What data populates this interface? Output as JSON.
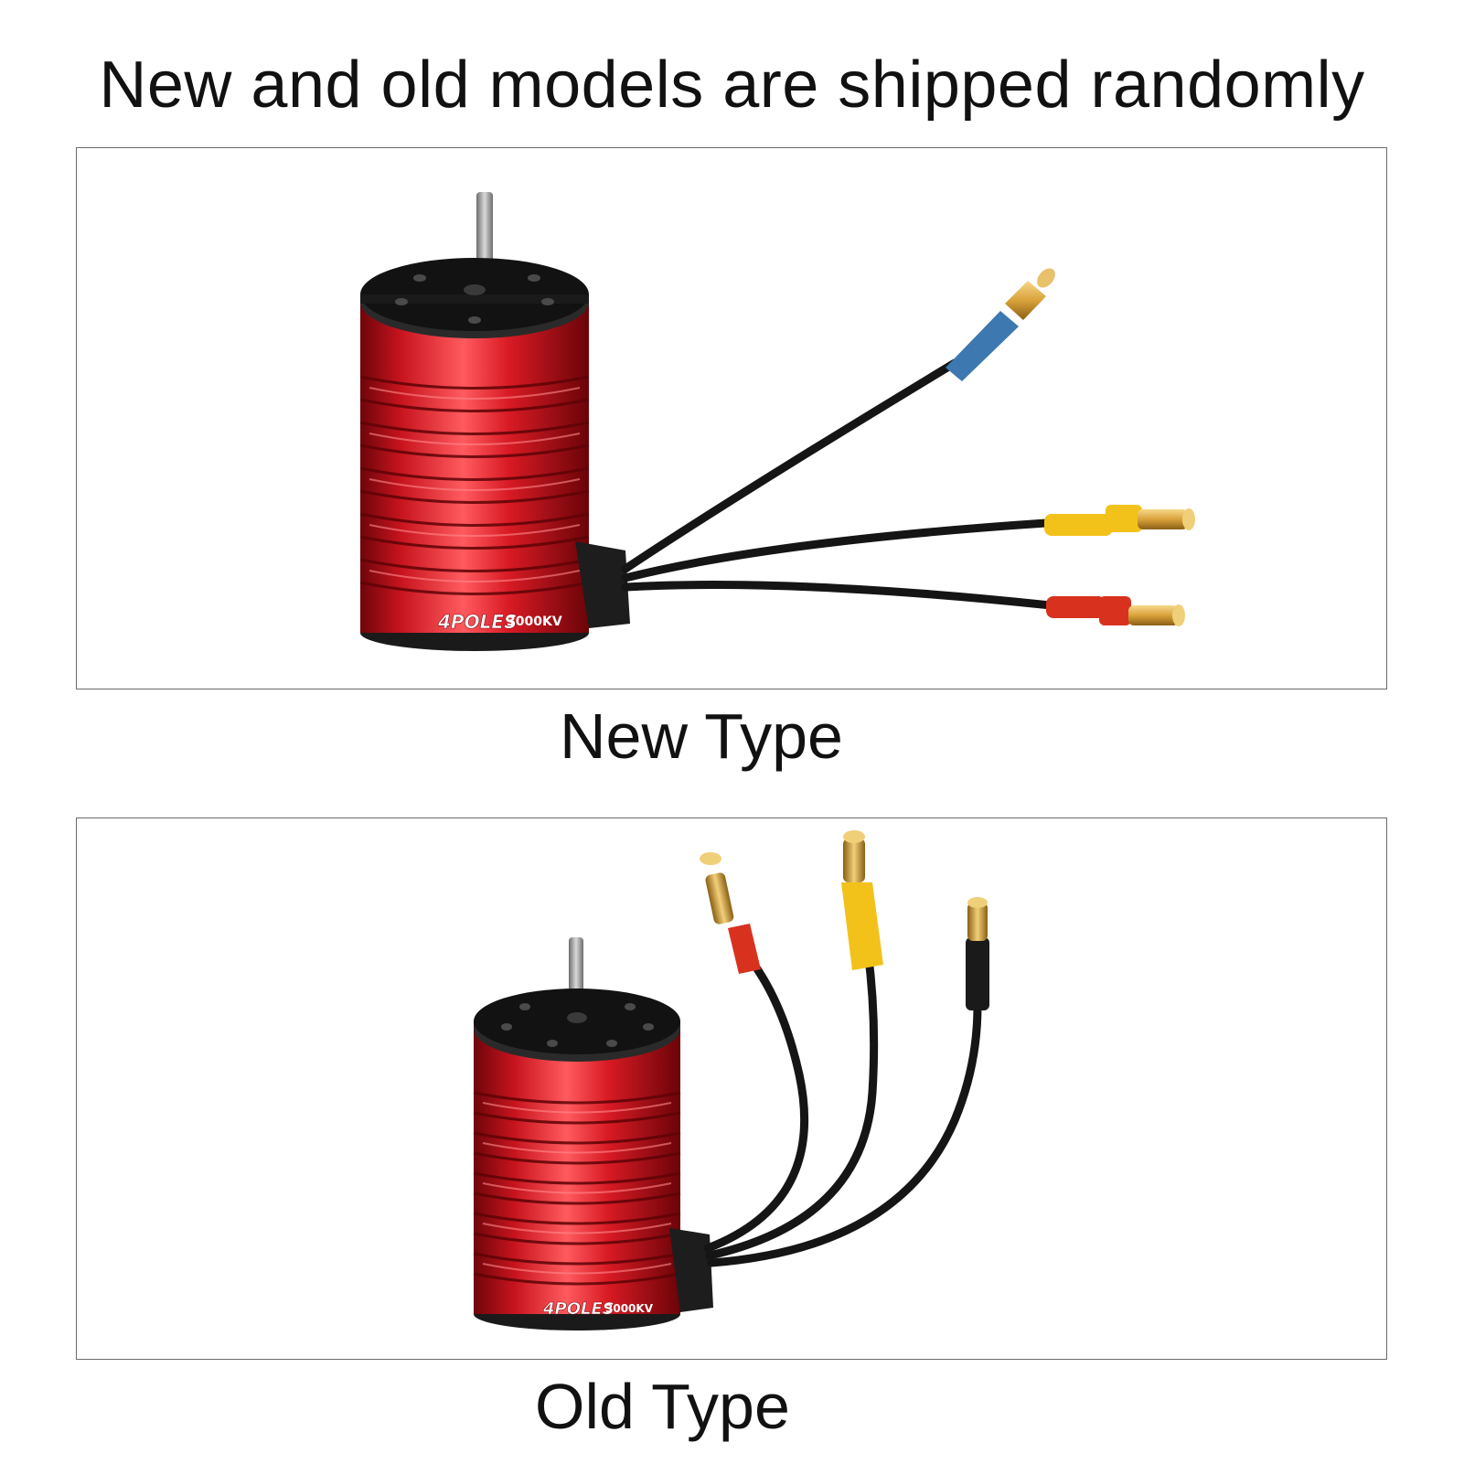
{
  "headline": "New and old models are shipped randomly",
  "panels": {
    "new": {
      "caption": "New Type",
      "motor_label": "4POLES",
      "kv_label": "3000KV"
    },
    "old": {
      "caption": "Old Type",
      "motor_label": "4POLES",
      "kv_label": "3000KV"
    }
  },
  "colors": {
    "motor_red": "#c8141e",
    "motor_dark_red": "#7e060c",
    "end_cap": "#1a1a1a",
    "wire": "#151515",
    "sleeve_blue": "#3d78b0",
    "sleeve_yellow": "#f2c21a",
    "sleeve_red": "#d8321f",
    "connector_gold": "#d9a23a",
    "frame": "#6b6b6b"
  }
}
